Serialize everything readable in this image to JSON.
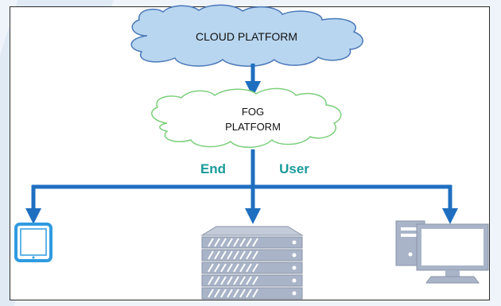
{
  "diagram": {
    "cloud_label": "CLOUD PLATFORM",
    "fog_label_line1": "FOG",
    "fog_label_line2": "PLATFORM",
    "end_label": "End",
    "user_label": "User"
  },
  "colors": {
    "cloud_fill": "#b9d6f0",
    "cloud_stroke": "#4a78b8",
    "fog_fill": "#ffffff",
    "fog_stroke": "#7ccf7c",
    "connector": "#1f6fc0",
    "label": "#1a9a9a",
    "phone": "#2f9be0",
    "server": "#a9b4c8",
    "computer": "#a9b4c8"
  },
  "icons": {
    "phone": "tablet-phone-icon",
    "server": "server-rack-icon",
    "computer": "desktop-computer-icon"
  }
}
